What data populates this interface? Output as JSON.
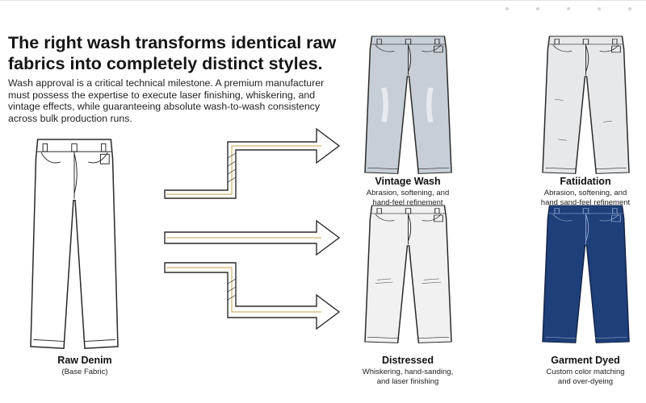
{
  "headline": {
    "line1": "The right wash transforms identical raw",
    "line2": "fabrics into completely distinct styles."
  },
  "intro": {
    "line1": "Wash approval is a critical technical milestone. A premium manufacturer",
    "line2": "must possess the expertise to execute laser finishing, whiskering, and",
    "line3": "vintage effects, while guaranteeing absolute wash-to-wash consistency",
    "line4": "across bulk production runs."
  },
  "source": {
    "title": "Raw Denim",
    "subtitle": "(Base Fabric)"
  },
  "outcomes": [
    {
      "title": "Vintage Wash",
      "line1": "Abrasion, softening, and",
      "line2": "hand-feel refinement"
    },
    {
      "title": "Fatiidation",
      "line1": "Abrasion, softening, and",
      "line2": "hand sand-feel refinement"
    },
    {
      "title": "Distressed",
      "line1": "Whiskering, hand-sanding,",
      "line2": "and laser finishing"
    },
    {
      "title": "Garment Dyed",
      "line1": "Custom color matching",
      "line2": "and over-dyeing"
    }
  ],
  "colors": {
    "outline": "#2a2a2a",
    "vintage_fill": "#c7ced6",
    "fading_fill": "#e6e8ea",
    "distressed_fill": "#f1f1f1",
    "dyed_fill": "#1f3f7a",
    "arrow_accent": "#c9a24a"
  }
}
